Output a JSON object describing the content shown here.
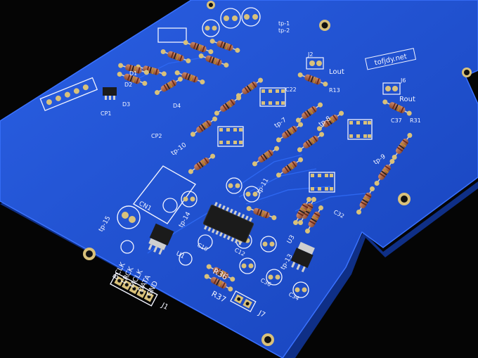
{
  "scene": {
    "colors": {
      "background": "#050505",
      "board": "#1f4fd0",
      "board_edge": "#2f63ea",
      "board_side": "#123b9f",
      "silkscreen": "#f2f4ff",
      "pad": "#d9c17a",
      "resistor_body": "#b36a4d",
      "ic_body": "#1b1b1b"
    }
  },
  "labels": {
    "watermark": "tofjdy.net",
    "lout": "Lout",
    "rout": "Rout",
    "j1_pins": [
      "BCLK",
      "LRCK",
      "MCLK",
      "DATA",
      "GND"
    ],
    "j1": "J1",
    "j7": "J7",
    "r36": "R36",
    "r37": "R37",
    "r31": "R31",
    "r13": "R13",
    "c22": "C22",
    "c37": "C37",
    "c10": "C10",
    "c12": "C12",
    "c32": "C32",
    "c34": "C34",
    "c36": "C36",
    "cn1": "CN1",
    "u1": "U1",
    "u3": "U3",
    "tp1": "tp-1",
    "tp2": "tp-2",
    "tp7": "tp-7",
    "tp8": "tp-8",
    "tp9": "tp-9",
    "tp10": "tp-10",
    "tp11": "tp-11",
    "tp13": "tp-13",
    "tp14": "tp-14",
    "tp15": "tp-15",
    "d1": "D1",
    "d2": "D2",
    "d3": "D3",
    "d4": "D4",
    "j2": "J2",
    "j6": "J6",
    "cp1": "CP1",
    "cp2": "CP2"
  }
}
